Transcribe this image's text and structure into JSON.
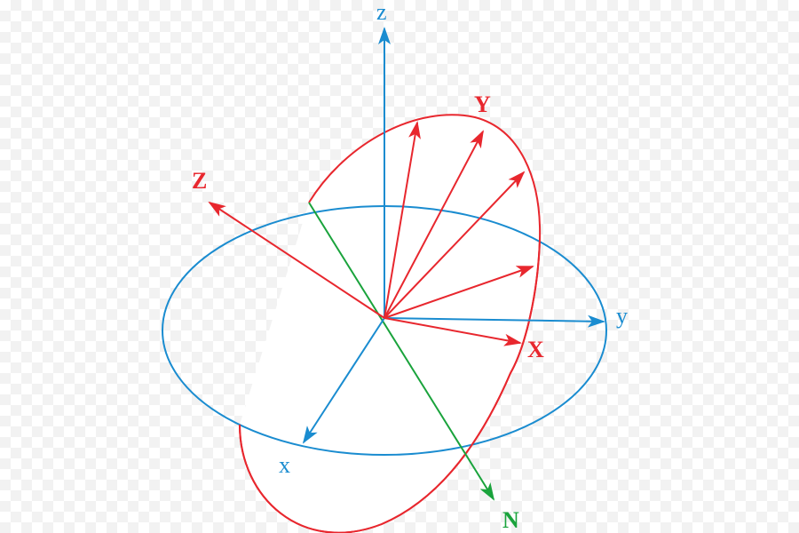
{
  "colors": {
    "fixed_frame": "#1a8cd0",
    "rotated_frame": "#e8272e",
    "node_line": "#1aa33c"
  },
  "labels": {
    "z": "z",
    "y": "y",
    "x": "x",
    "Z": "Z",
    "Y": "Y",
    "X": "X",
    "N": "N"
  }
}
